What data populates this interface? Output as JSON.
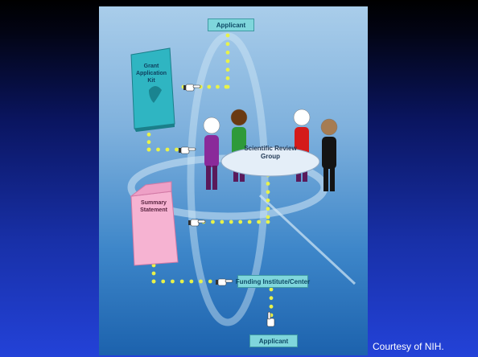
{
  "diagram": {
    "applicant_top": "Applicant",
    "grant_kit": "Grant Application Kit",
    "review_group": "Scientific Review Group",
    "summary": "Summary Statement",
    "funding": "Funding Institute/Center",
    "applicant_bottom": "Applicant"
  },
  "credit": "Courtesy of NIH.",
  "colors": {
    "dots": "#e8f24a",
    "kit": "#2fb5c2",
    "summary": "#f6b3d2",
    "label_box": "#7fd6dc"
  },
  "people": [
    {
      "shirt": "#8a2a9a",
      "head": "#ffffff"
    },
    {
      "shirt": "#2e9a3a",
      "head": "#6a3a12"
    },
    {
      "shirt": "#d41a1a",
      "head": "#ffffff"
    },
    {
      "shirt": "#141414",
      "head": "#a67c52"
    }
  ]
}
